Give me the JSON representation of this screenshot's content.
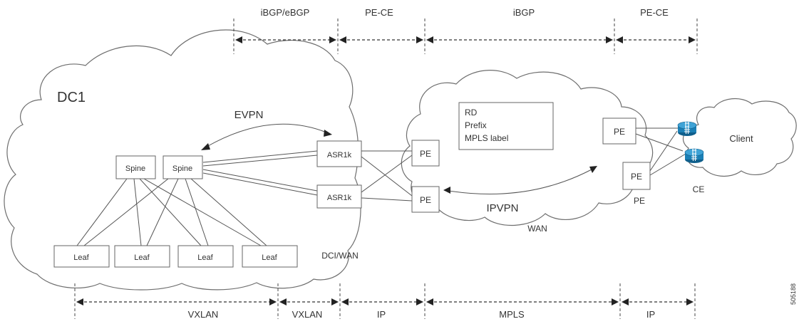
{
  "segments_top": [
    "iBGP/eBGP",
    "PE-CE",
    "iBGP",
    "PE-CE"
  ],
  "segments_bottom": [
    "VXLAN",
    "VXLAN",
    "IP",
    "MPLS",
    "IP"
  ],
  "labels": {
    "dc1": "DC1",
    "evpn": "EVPN",
    "ipvpn": "IPVPN",
    "wan": "WAN",
    "dci_wan": "DCI/WAN",
    "client": "Client",
    "ce": "CE",
    "pe_right_caption": "PE"
  },
  "nodes": {
    "spine_1": "Spine",
    "spine_2": "Spine",
    "leaf_1": "Leaf",
    "leaf_2": "Leaf",
    "leaf_3": "Leaf",
    "leaf_4": "Leaf",
    "asr_1": "ASR1k",
    "asr_2": "ASR1k",
    "pe_1": "PE",
    "pe_2": "PE",
    "pe_3": "PE",
    "pe_4": "PE"
  },
  "info_box": [
    "RD",
    "Prefix",
    "MPLS label"
  ],
  "figure_number": "505188",
  "colors": {
    "router_icon": "#1b7fb5",
    "line": "#555555"
  },
  "icons": {
    "router": "router-icon"
  }
}
